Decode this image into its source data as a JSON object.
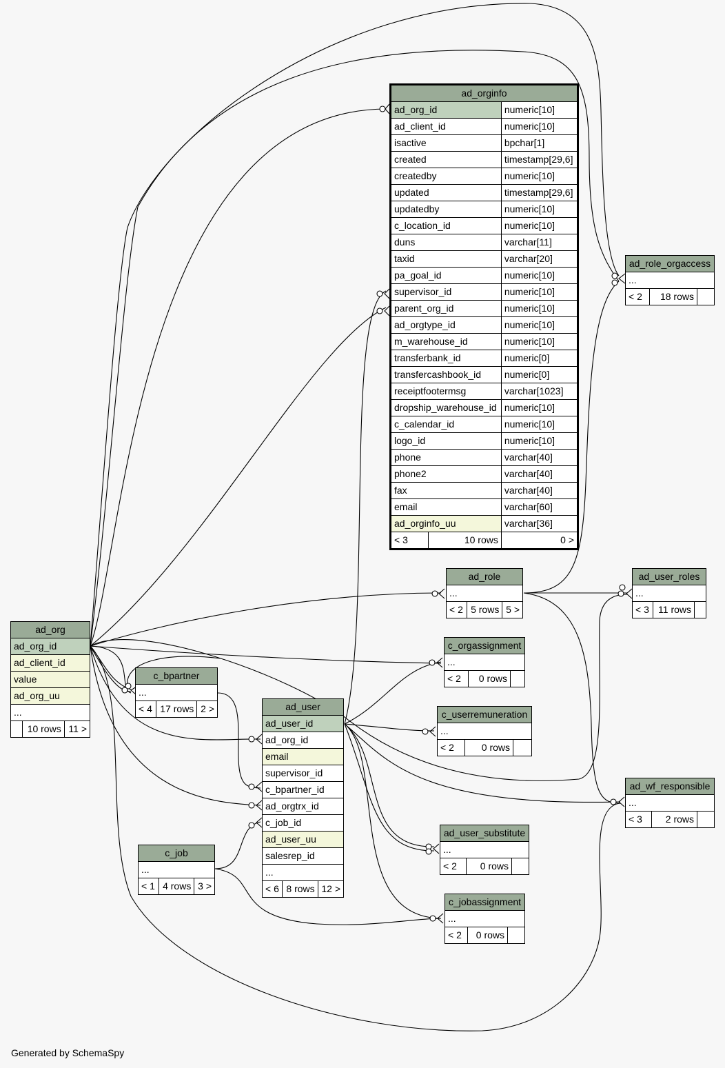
{
  "footer": "Generated by SchemaSpy",
  "tables": {
    "ad_orginfo": {
      "name": "ad_orginfo",
      "columns": [
        {
          "name": "ad_org_id",
          "type": "numeric[10]"
        },
        {
          "name": "ad_client_id",
          "type": "numeric[10]"
        },
        {
          "name": "isactive",
          "type": "bpchar[1]"
        },
        {
          "name": "created",
          "type": "timestamp[29,6]"
        },
        {
          "name": "createdby",
          "type": "numeric[10]"
        },
        {
          "name": "updated",
          "type": "timestamp[29,6]"
        },
        {
          "name": "updatedby",
          "type": "numeric[10]"
        },
        {
          "name": "c_location_id",
          "type": "numeric[10]"
        },
        {
          "name": "duns",
          "type": "varchar[11]"
        },
        {
          "name": "taxid",
          "type": "varchar[20]"
        },
        {
          "name": "pa_goal_id",
          "type": "numeric[10]"
        },
        {
          "name": "supervisor_id",
          "type": "numeric[10]"
        },
        {
          "name": "parent_org_id",
          "type": "numeric[10]"
        },
        {
          "name": "ad_orgtype_id",
          "type": "numeric[10]"
        },
        {
          "name": "m_warehouse_id",
          "type": "numeric[10]"
        },
        {
          "name": "transferbank_id",
          "type": "numeric[0]"
        },
        {
          "name": "transfercashbook_id",
          "type": "numeric[0]"
        },
        {
          "name": "receiptfootermsg",
          "type": "varchar[1023]"
        },
        {
          "name": "dropship_warehouse_id",
          "type": "numeric[10]"
        },
        {
          "name": "c_calendar_id",
          "type": "numeric[10]"
        },
        {
          "name": "logo_id",
          "type": "numeric[10]"
        },
        {
          "name": "phone",
          "type": "varchar[40]"
        },
        {
          "name": "phone2",
          "type": "varchar[40]"
        },
        {
          "name": "fax",
          "type": "varchar[40]"
        },
        {
          "name": "email",
          "type": "varchar[60]"
        },
        {
          "name": "ad_orginfo_uu",
          "type": "varchar[36]"
        }
      ],
      "parents": "< 3",
      "rows": "10 rows",
      "children": "0 >"
    },
    "ad_org": {
      "name": "ad_org",
      "columns": [
        "ad_org_id",
        "ad_client_id",
        "value",
        "ad_org_uu",
        "..."
      ],
      "parents": "",
      "rows": "10 rows",
      "children": "11 >"
    },
    "ad_user": {
      "name": "ad_user",
      "columns": [
        "ad_user_id",
        "ad_org_id",
        "email",
        "supervisor_id",
        "c_bpartner_id",
        "ad_orgtrx_id",
        "c_job_id",
        "ad_user_uu",
        "salesrep_id",
        "..."
      ],
      "parents": "< 6",
      "rows": "8 rows",
      "children": "12 >"
    },
    "ad_role_orgaccess": {
      "name": "ad_role_orgaccess",
      "ellipsis": "...",
      "parents": "< 2",
      "rows": "18 rows",
      "children": ""
    },
    "ad_role": {
      "name": "ad_role",
      "ellipsis": "...",
      "parents": "< 2",
      "rows": "5 rows",
      "children": "5 >"
    },
    "ad_user_roles": {
      "name": "ad_user_roles",
      "ellipsis": "...",
      "parents": "< 3",
      "rows": "11 rows",
      "children": ""
    },
    "c_orgassignment": {
      "name": "c_orgassignment",
      "ellipsis": "...",
      "parents": "< 2",
      "rows": "0 rows",
      "children": ""
    },
    "c_bpartner": {
      "name": "c_bpartner",
      "ellipsis": "...",
      "parents": "< 4",
      "rows": "17 rows",
      "children": "2 >"
    },
    "c_userremuneration": {
      "name": "c_userremuneration",
      "ellipsis": "...",
      "parents": "< 2",
      "rows": "0 rows",
      "children": ""
    },
    "ad_wf_responsible": {
      "name": "ad_wf_responsible",
      "ellipsis": "...",
      "parents": "< 3",
      "rows": "2 rows",
      "children": ""
    },
    "ad_user_substitute": {
      "name": "ad_user_substitute",
      "ellipsis": "...",
      "parents": "< 2",
      "rows": "0 rows",
      "children": ""
    },
    "c_job": {
      "name": "c_job",
      "ellipsis": "...",
      "parents": "< 1",
      "rows": "4 rows",
      "children": "3 >"
    },
    "c_jobassignment": {
      "name": "c_jobassignment",
      "ellipsis": "...",
      "parents": "< 2",
      "rows": "0 rows",
      "children": ""
    }
  }
}
